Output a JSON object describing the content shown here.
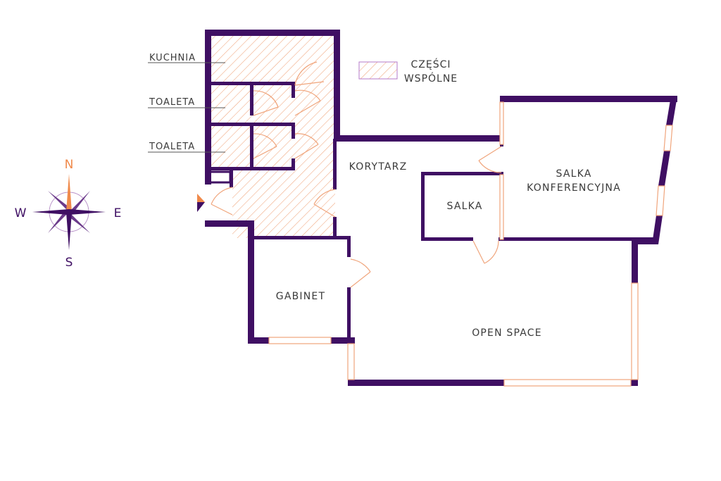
{
  "colors": {
    "wall": "#3f0f63",
    "accent": "#f0a57c",
    "text": "#3a3a3a",
    "compass_north": "#f08a4b"
  },
  "legend": {
    "line1": "CZĘŚCI",
    "line2": "WSPÓLNE"
  },
  "rooms": {
    "kuchnia": "KUCHNIA",
    "toaleta_1": "TOALETA",
    "toaleta_2": "TOALETA",
    "korytarz": "KORYTARZ",
    "salka": "SALKA",
    "salka_konf_1": "SALKA",
    "salka_konf_2": "KONFERENCYJNA",
    "gabinet": "GABINET",
    "open_space": "OPEN SPACE"
  },
  "compass": {
    "n": "N",
    "s": "S",
    "e": "E",
    "w": "W"
  },
  "icons": {
    "compass": "compass-rose-icon",
    "entrance": "entrance-arrow-icon"
  }
}
